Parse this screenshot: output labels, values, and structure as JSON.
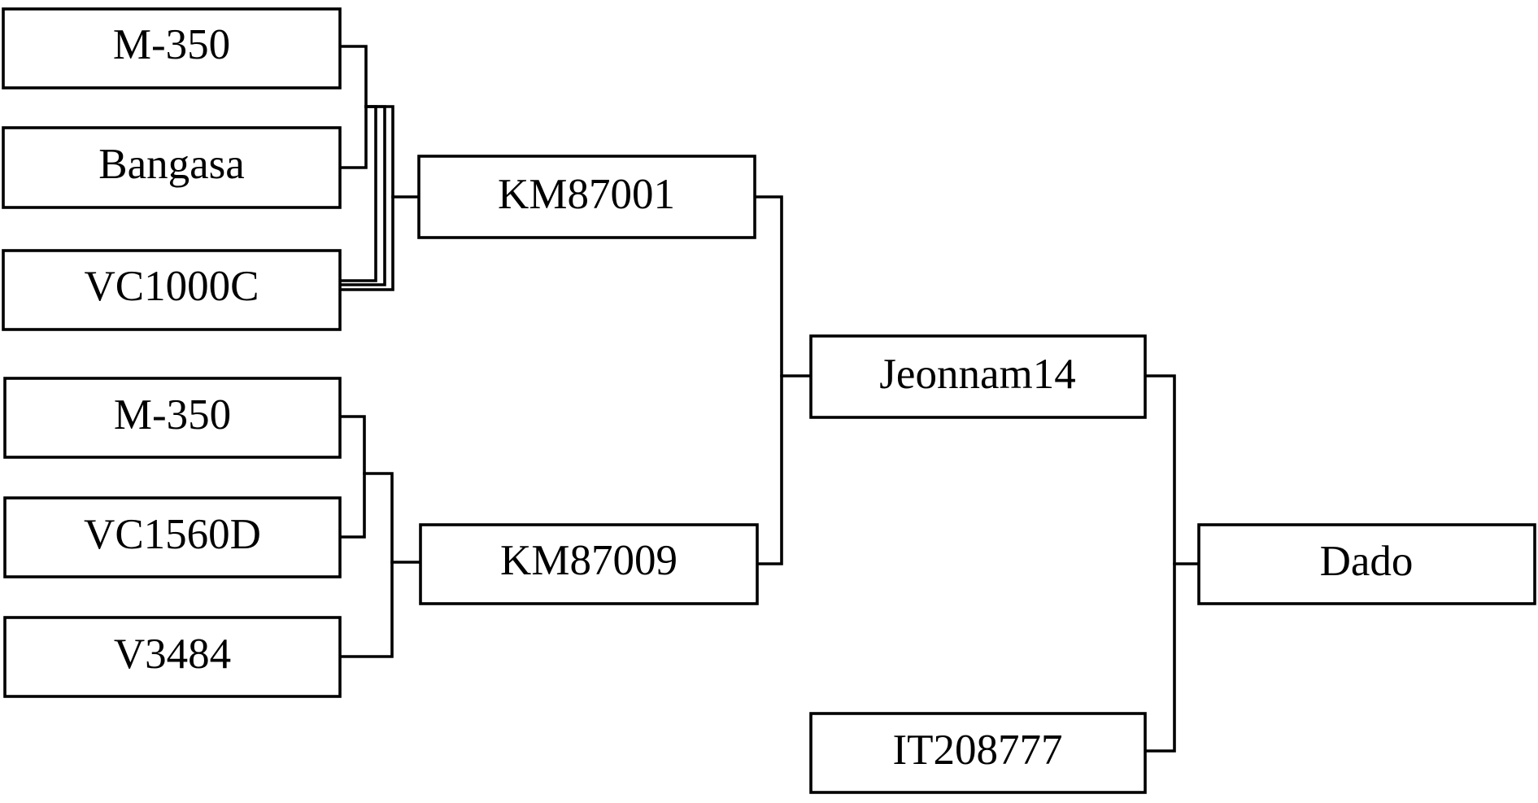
{
  "nodes": {
    "m350_top": "M-350",
    "bangasa": "Bangasa",
    "vc1000c": "VC1000C",
    "m350_bottom": "M-350",
    "vc1560d": "VC1560D",
    "v3484": "V3484",
    "km87001": "KM87001",
    "km87009": "KM87009",
    "jeonnam14": "Jeonnam14",
    "it208777": "IT208777",
    "dado": "Dado"
  },
  "colors": {
    "line": "#000000",
    "box_fill": "#ffffff",
    "text": "#000000"
  }
}
